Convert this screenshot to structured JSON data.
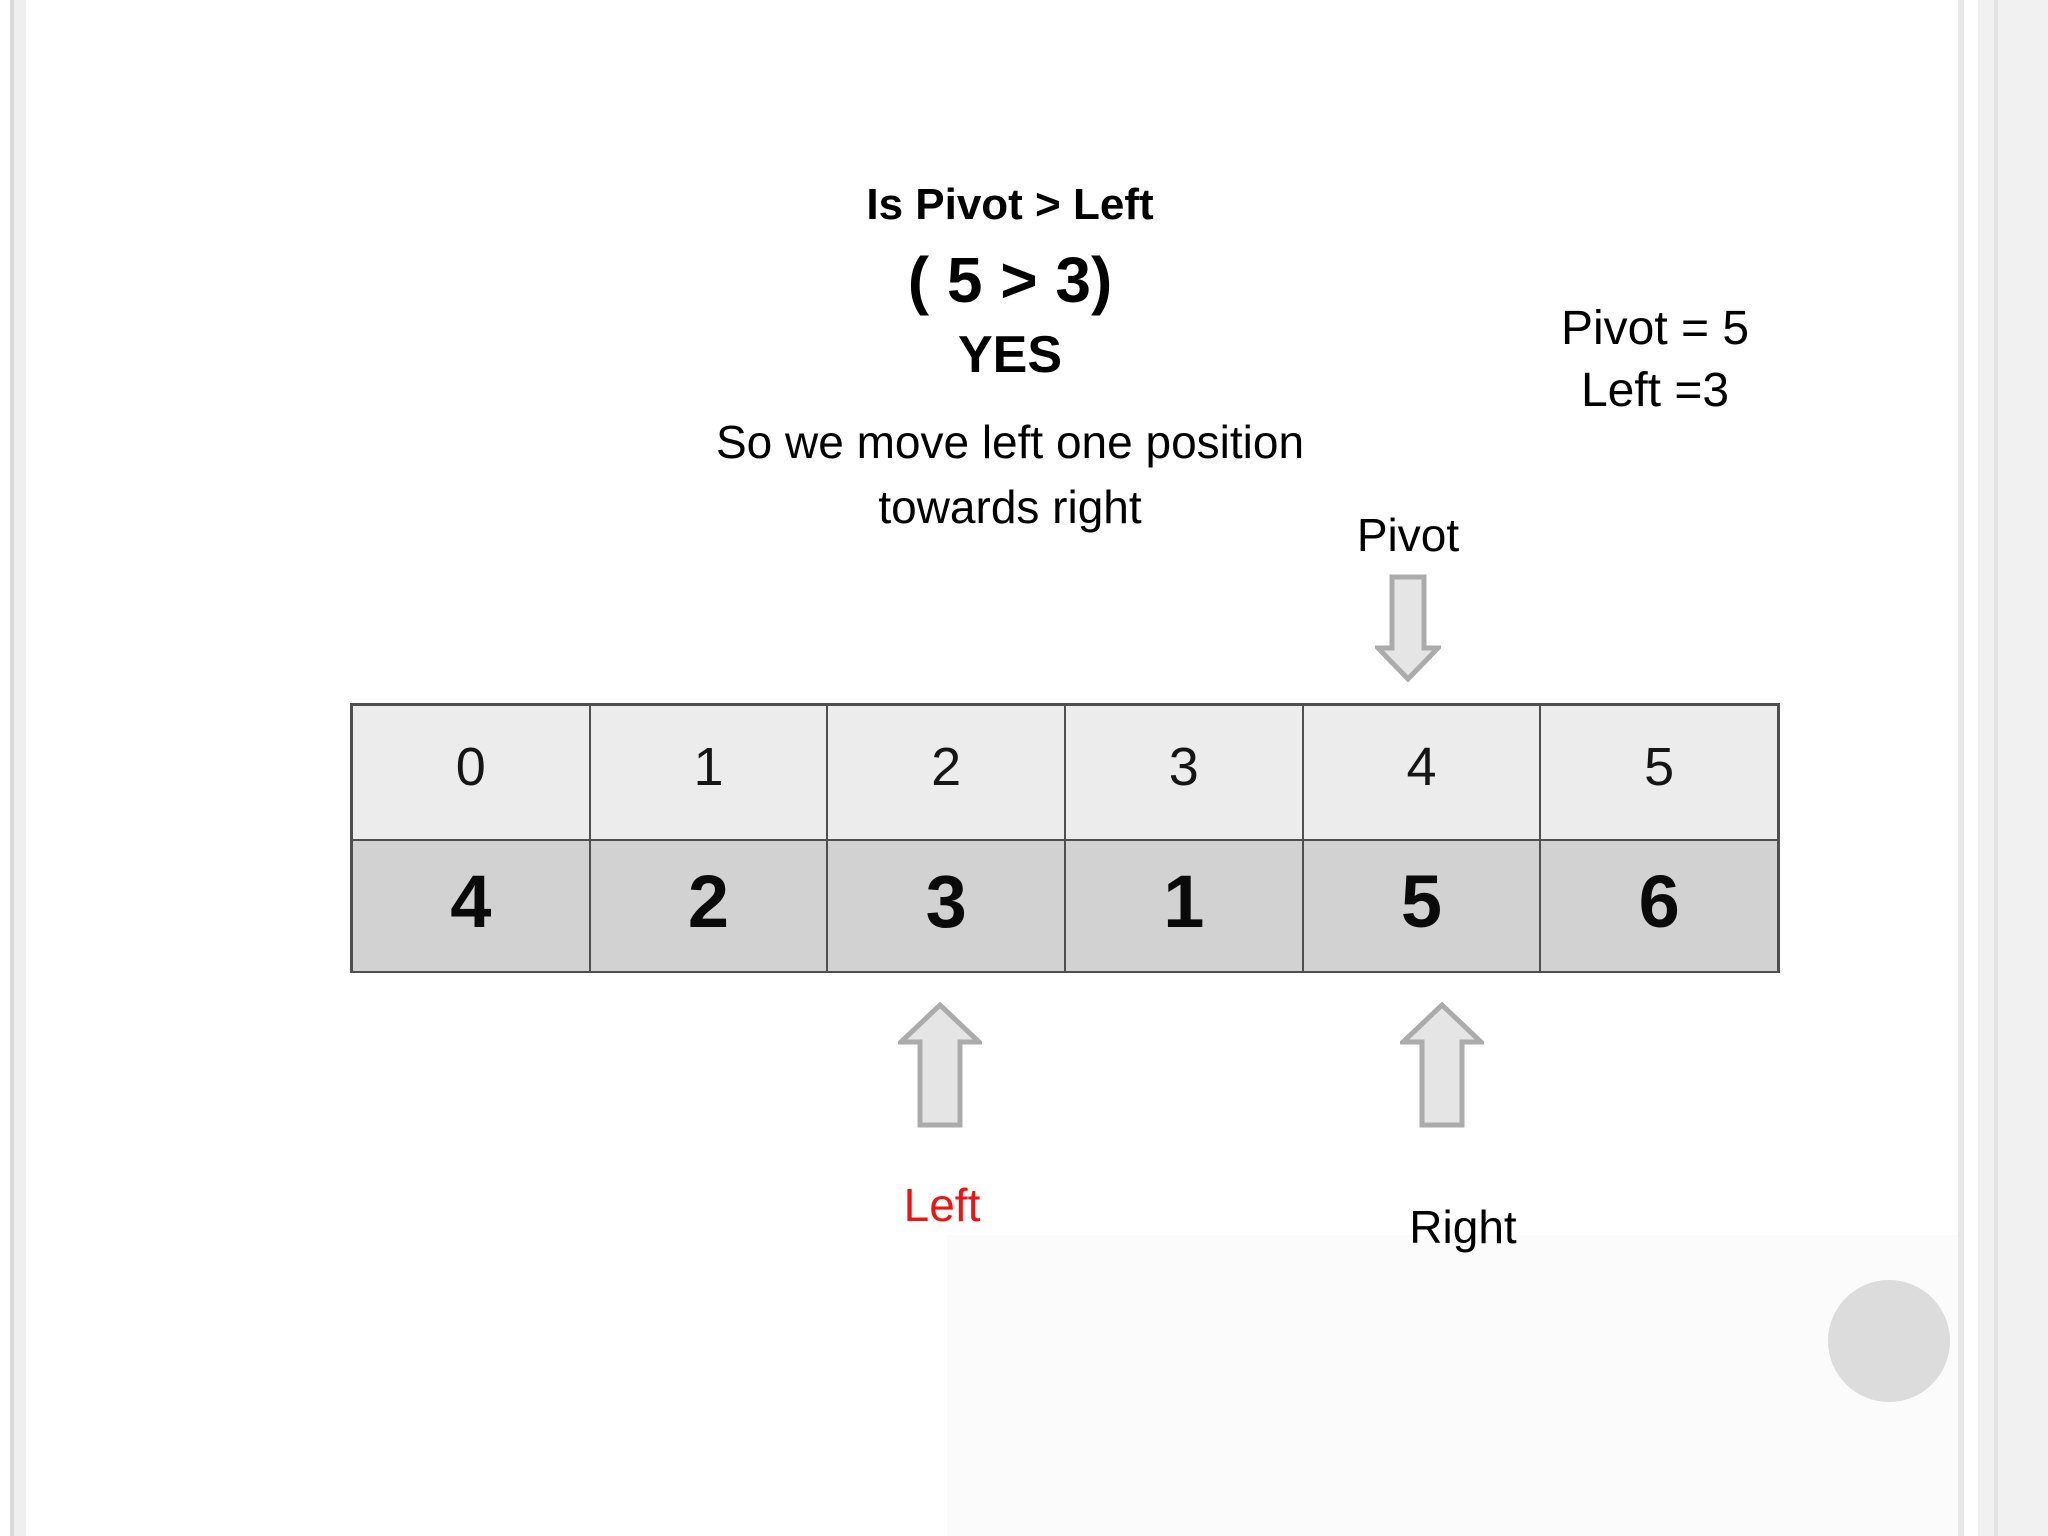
{
  "slide": {
    "header": {
      "question": "Is Pivot > Left",
      "comparison": "( 5 > 3)",
      "answer": "YES",
      "explanation_line1": "So we move left one position",
      "explanation_line2": "towards right"
    },
    "status_panel": {
      "pivot_value": "Pivot = 5",
      "left_value": "Left =3"
    },
    "pointers": {
      "pivot_label": "Pivot",
      "left_label": "Left",
      "right_label": "Right"
    },
    "array_table": {
      "indices": [
        "0",
        "1",
        "2",
        "3",
        "4",
        "5"
      ],
      "values": [
        "4",
        "2",
        "3",
        "1",
        "5",
        "6"
      ]
    },
    "colors": {
      "accent_red": "#ee1414",
      "arrow_fill": "#e5e5e5",
      "arrow_stroke": "#ababab",
      "table_border": "#4f4f4f",
      "index_row_bg": "#ececec",
      "value_row_bg": "#d2d2d2",
      "decor_circle": "#dcdcdc"
    }
  }
}
